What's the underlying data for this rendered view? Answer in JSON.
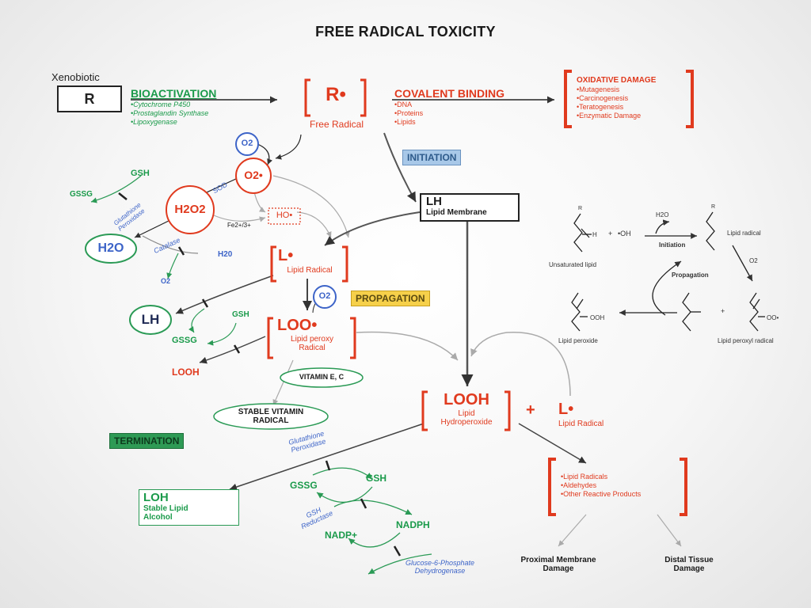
{
  "title": "FREE RADICAL TOXICITY",
  "xenobiotic": {
    "label": "Xenobiotic",
    "box": "R"
  },
  "bioactivation": {
    "heading": "BIOACTIVATION",
    "items": [
      "•Cytochrome P450",
      "•Prostaglandin Synthase",
      "•Lipoxygenase"
    ]
  },
  "free_radical": {
    "symbol": "R•",
    "label": "Free Radical"
  },
  "covalent_binding": {
    "heading": "COVALENT BINDING",
    "items": [
      "•DNA",
      "•Proteins",
      "•Lipids"
    ]
  },
  "oxidative_damage": {
    "heading": "OXIDATIVE DAMAGE",
    "items": [
      "•Mutagenesis",
      "•Carcinogenesis",
      "•Teratogenesis",
      "•Enzymatic Damage"
    ]
  },
  "initiation": "INITIATION",
  "propagation": "PROPAGATION",
  "termination": "TERMINATION",
  "lh_box": {
    "title": "LH",
    "subtitle": "Lipid Membrane"
  },
  "ros": {
    "o2": "O2",
    "superoxide": "O2•",
    "h2o2": "H2O2",
    "ho": "HO•",
    "h2o": "H2O",
    "h2o_small": "H20",
    "o2_small": "O2",
    "sod": "SOD",
    "fe": "Fe2+/3+",
    "gsh": "GSH",
    "gssg": "GSSG",
    "glut_perox": "Glutathione Peroxidase",
    "catalase": "Catalase"
  },
  "lipid_radical": {
    "symbol": "L•",
    "label": "Lipid Radical"
  },
  "loo": {
    "symbol": "LOO•",
    "label1": "Lipid peroxy",
    "label2": "Radical",
    "o2": "O2"
  },
  "lh_circle": "LH",
  "gsh_left": {
    "gsh": "GSH",
    "gssg": "GSSG",
    "looh": "LOOH"
  },
  "vitamin": {
    "label": "VITAMIN E, C",
    "stable1": "STABLE VITAMIN",
    "stable2": "RADICAL"
  },
  "looh": {
    "symbol": "LOOH",
    "label1": "Lipid",
    "label2": "Hydroperoxide",
    "plus": "+",
    "l_symbol": "L•",
    "l_label": "Lipid Radical"
  },
  "loh": {
    "title": "LOH",
    "label1": "Stable Lipid",
    "label2": "Alcohol"
  },
  "cycle": {
    "glut_perox1": "Glutathione",
    "glut_perox2": "Peroxidase",
    "gssg": "GSSG",
    "gsh": "GSH",
    "gsh_red1": "GSH",
    "gsh_red2": "Reductase",
    "nadp": "NADP+",
    "nadph": "NADPH",
    "g6pd1": "Glucose-6-Phosphate",
    "g6pd2": "Dehydrogenase"
  },
  "products": {
    "items": [
      "•Lipid Radicals",
      "•Aldehydes",
      "•Other Reactive Products"
    ]
  },
  "damage": {
    "proximal1": "Proximal Membrane",
    "proximal2": "Damage",
    "distal1": "Distal Tissue",
    "distal2": "Damage"
  },
  "mechanism": {
    "r_label": "R",
    "oh": "•OH",
    "h2o": "H2O",
    "h": "H",
    "unsaturated": "Unsaturated lipid",
    "initiation": "Initiation",
    "lipid_radical": "Lipid radical",
    "o2": "O2",
    "propagation": "Propagation",
    "ooh": "OOH",
    "plus1": "+",
    "plus2": "+",
    "oo": "OO•",
    "lipid_peroxide": "Lipid peroxide",
    "lipid_peroxyl": "Lipid peroxyl radical"
  },
  "colors": {
    "red": "#e03a1e",
    "green": "#1a9a4a",
    "blue": "#3d64c8",
    "initiation_bg": "#a8c8e8",
    "propagation_bg": "#f6d04a",
    "termination_bg": "#2e9a55"
  }
}
